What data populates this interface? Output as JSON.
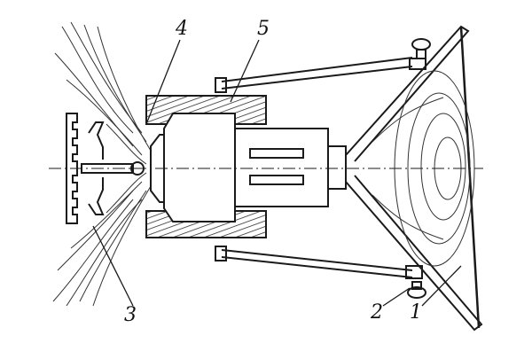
{
  "diagram": {
    "labels": {
      "l1": "1",
      "l2": "2",
      "l3": "3",
      "l4": "4",
      "l5": "5"
    },
    "stroke_color": "#1a1a1a"
  }
}
